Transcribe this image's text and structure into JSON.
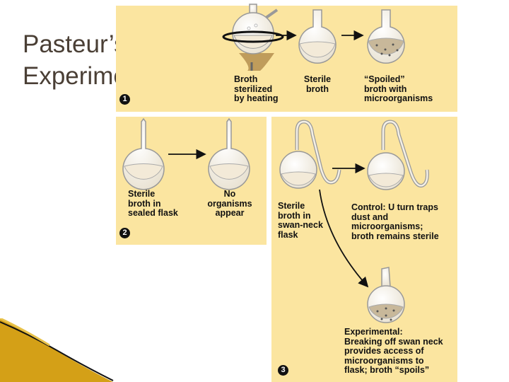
{
  "slide": {
    "title_line1": "Pasteur’s",
    "title_line2": "Experiment"
  },
  "panel1": {
    "step": "1",
    "labels": {
      "broth": "Broth\nsterilized\nby heating",
      "sterile": "Sterile\nbroth",
      "spoiled": "“Spoiled”\nbroth with\nmicroorganisms"
    }
  },
  "panel2": {
    "step": "2",
    "labels": {
      "sealed": "Sterile\nbroth in\nsealed flask",
      "no_organisms": "No\norganisms\nappear"
    }
  },
  "panel3": {
    "step": "3",
    "labels": {
      "swan_neck": "Sterile\nbroth in\nswan-neck\nflask",
      "control": "Control: U turn traps\ndust and\nmicroorganisms;\nbroth remains sterile",
      "experimental": "Experimental:\nBreaking off swan neck\nprovides access of\nmicroorganisms to\nflask; broth “spoils”"
    }
  },
  "colors": {
    "panel_bg": "#fbe5a0",
    "title": "#4a3f35",
    "broth": "#f3ead8",
    "spoiled_broth": "#c8b89a",
    "flame": "#b08a4a"
  }
}
